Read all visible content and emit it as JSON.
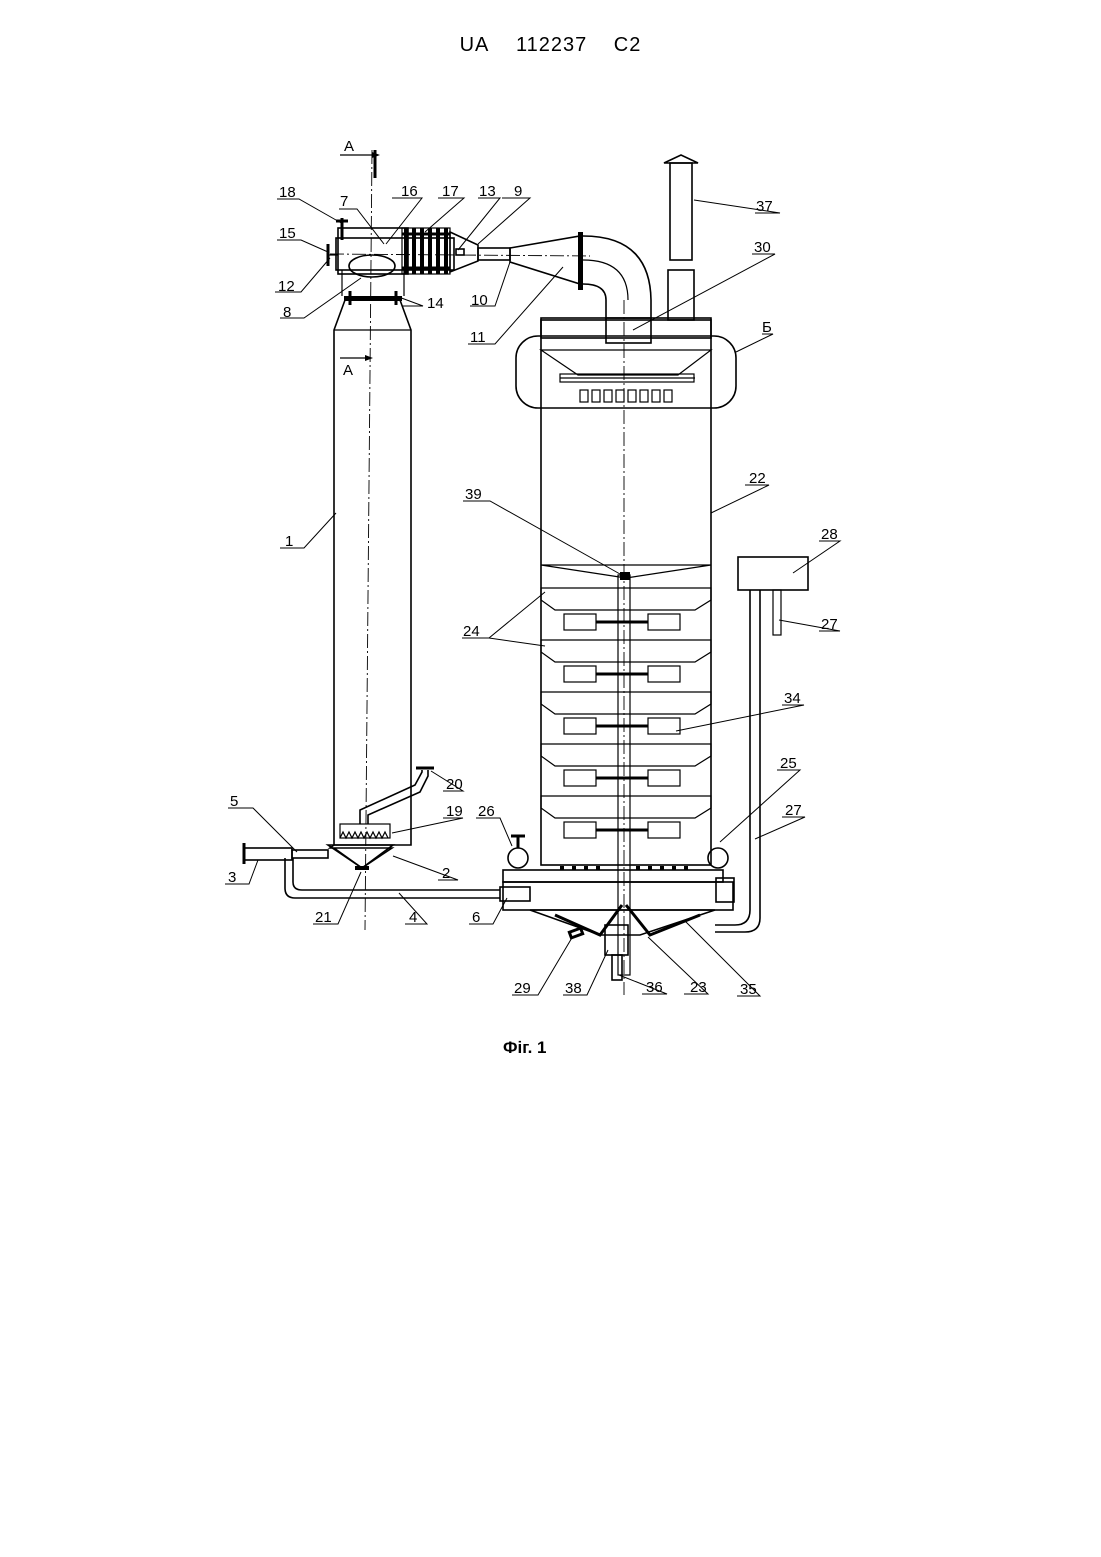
{
  "header": {
    "country": "UA",
    "number": "112237",
    "kind": "C2"
  },
  "caption": "Фіг. 1",
  "section_marks": {
    "top": "А",
    "bottom": "А",
    "detail": "Б"
  },
  "labels": {
    "l1": "1",
    "l2": "2",
    "l3": "3",
    "l4": "4",
    "l5": "5",
    "l6": "6",
    "l7": "7",
    "l8": "8",
    "l9": "9",
    "l10": "10",
    "l11": "11",
    "l12": "12",
    "l13": "13",
    "l14": "14",
    "l15": "15",
    "l16": "16",
    "l17": "17",
    "l18": "18",
    "l19": "19",
    "l20": "20",
    "l21": "21",
    "l22": "22",
    "l23": "23",
    "l24": "24",
    "l25": "25",
    "l26": "26",
    "l27a": "27",
    "l27b": "27",
    "l28": "28",
    "l29": "29",
    "l30": "30",
    "l34": "34",
    "l35": "35",
    "l36": "36",
    "l37": "37",
    "l38": "38",
    "l39": "39"
  }
}
